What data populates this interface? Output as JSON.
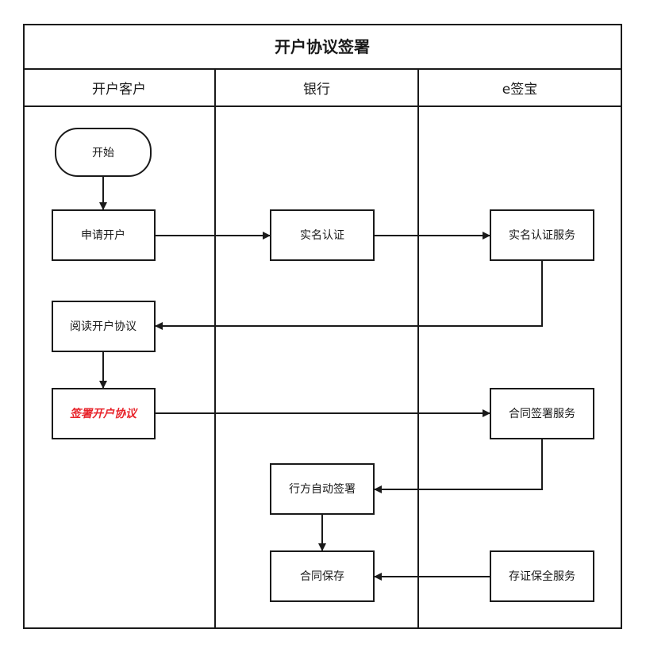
{
  "title": "开户协议签署",
  "lanes": {
    "customer": "开户客户",
    "bank": "银行",
    "esign": "e签宝"
  },
  "nodes": {
    "start": "开始",
    "apply": "申请开户",
    "realname": "实名认证",
    "realname_service": "实名认证服务",
    "read_agreement": "阅读开户协议",
    "sign_agreement": "签署开户协议",
    "contract_sign_service": "合同签署服务",
    "bank_auto_sign": "行方自动签署",
    "contract_save": "合同保存",
    "evidence_service": "存证保全服务"
  },
  "colors": {
    "line": "#1a1a1a",
    "highlight_text": "#e8232a",
    "background": "#ffffff"
  }
}
